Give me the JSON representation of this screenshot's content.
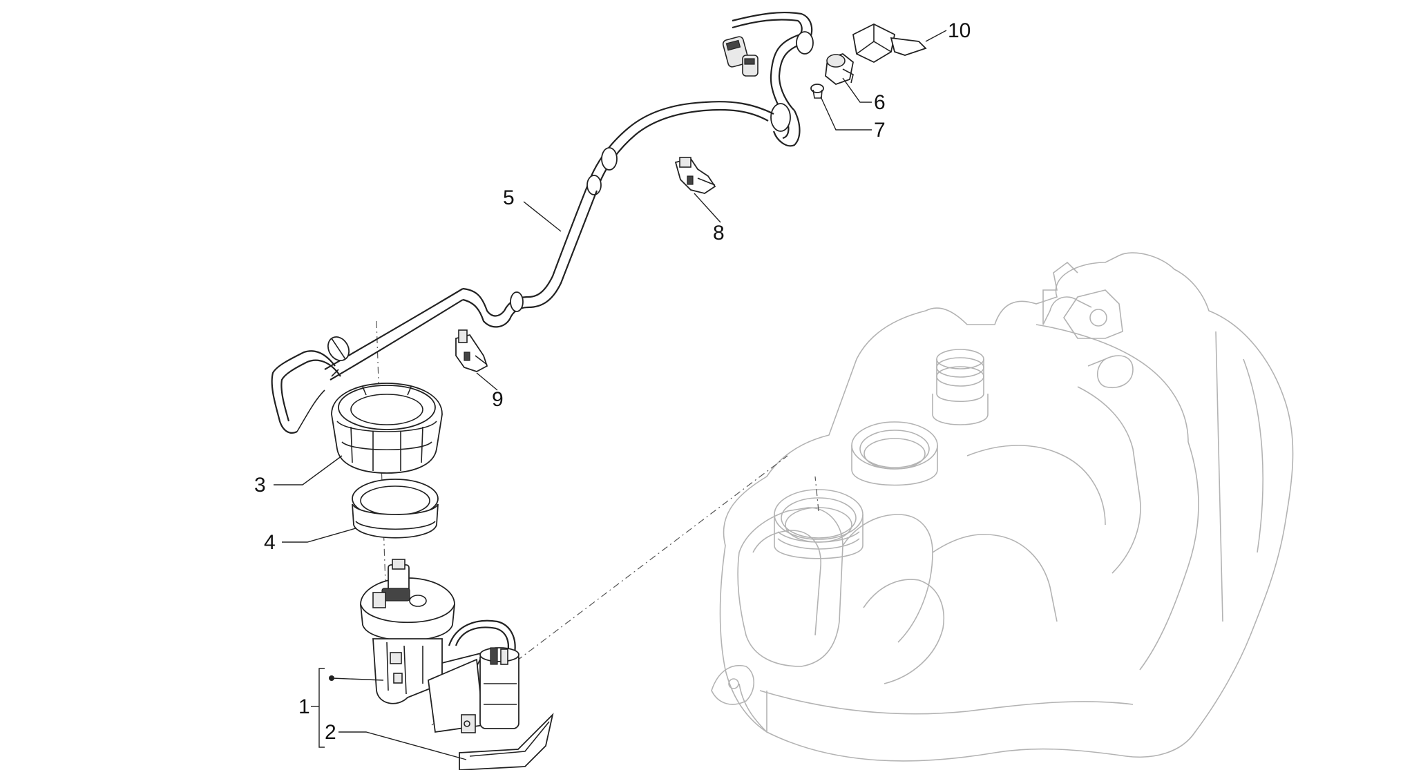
{
  "diagram": {
    "callouts": [
      {
        "id": "1",
        "label": "1"
      },
      {
        "id": "2",
        "label": "2"
      },
      {
        "id": "3",
        "label": "3"
      },
      {
        "id": "4",
        "label": "4"
      },
      {
        "id": "5",
        "label": "5"
      },
      {
        "id": "6",
        "label": "6"
      },
      {
        "id": "7",
        "label": "7"
      },
      {
        "id": "8",
        "label": "8"
      },
      {
        "id": "9",
        "label": "9"
      },
      {
        "id": "10",
        "label": "10"
      }
    ],
    "colors": {
      "line": "#222222",
      "light_line": "#b3b3b3",
      "background": "#ffffff"
    }
  }
}
